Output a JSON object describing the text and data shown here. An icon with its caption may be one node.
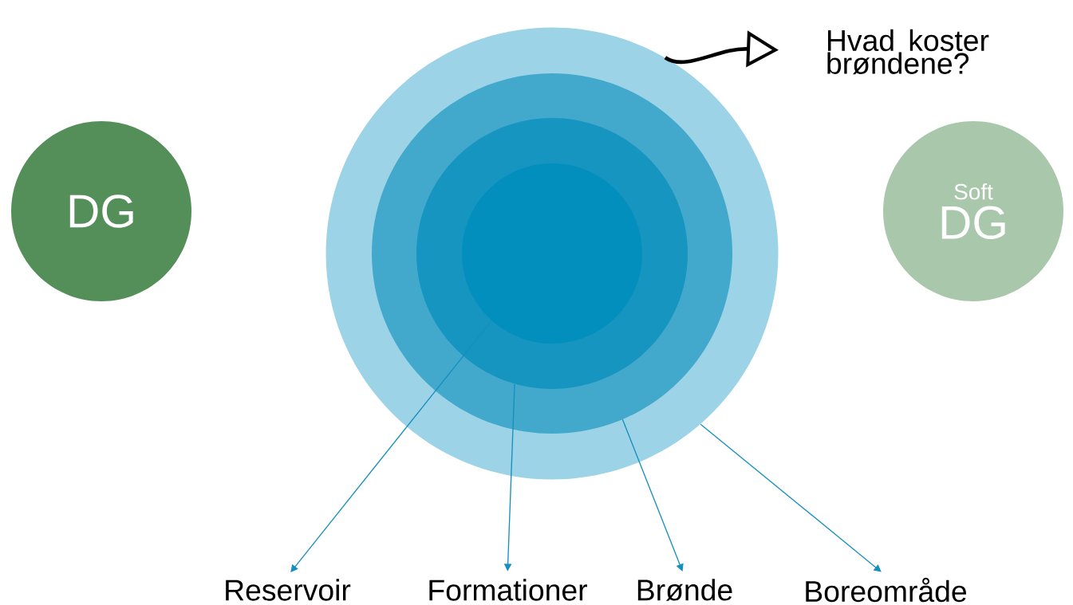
{
  "diagram": {
    "nodes": [
      {
        "text": [
          "DG"
        ]
      },
      {
        "text": [
          "Soft",
          "DG"
        ]
      },
      {
        "text": [],
        "shape": "circle"
      },
      {
        "text": [],
        "shape": "circle",
        "in": 2
      },
      {
        "text": [],
        "shape": "circle",
        "in": 3
      },
      {
        "text": [],
        "shape": "circle",
        "in": 4
      },
      {
        "text": [
          "Reservoir"
        ]
      },
      {
        "text": [
          "Formationer"
        ]
      },
      {
        "text": [
          "Brønde"
        ]
      },
      {
        "text": [
          "Boreområde"
        ]
      },
      {
        "text": [
          "Hvad koster brøndene?"
        ]
      }
    ],
    "edges": [
      {
        "from": 5,
        "to": 6,
        "arrow": "to"
      },
      {
        "from": 4,
        "to": 7,
        "arrow": "to"
      },
      {
        "from": 3,
        "to": 8,
        "arrow": "to"
      },
      {
        "from": 2,
        "to": 9,
        "arrow": "to"
      },
      {
        "from": 2,
        "to": 10,
        "arrow": "to",
        "style": "thick",
        "color": "#000000"
      }
    ]
  }
}
